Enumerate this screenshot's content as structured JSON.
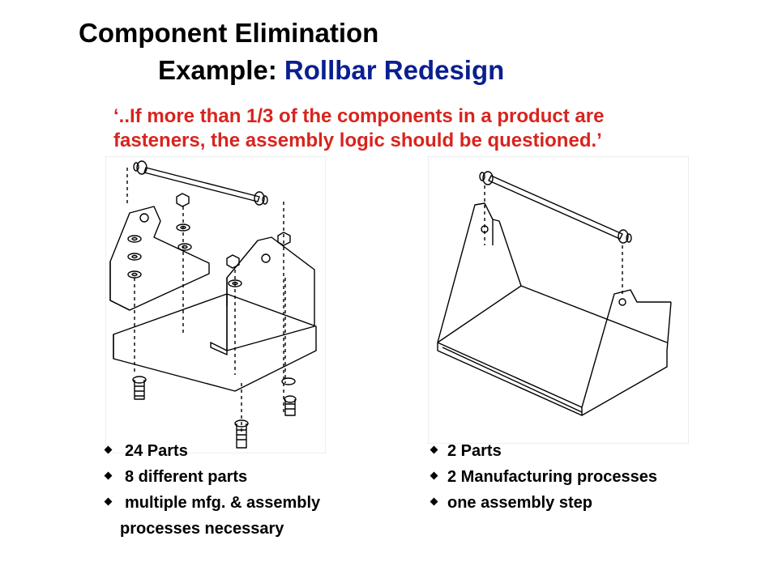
{
  "slide": {
    "title_line1": "Component Elimination",
    "title_line2_prefix": "Example: ",
    "title_line2_accent": "Rollbar Redesign",
    "quote_line1": "‘..If more than 1/3 of the components in a product are",
    "quote_line2": "fasteners, the assembly logic should be questioned.’"
  },
  "left": {
    "figure_name": "exploded-rollbar-assembly",
    "bullets": [
      "24 Parts",
      "8 different parts",
      "multiple mfg. & assembly"
    ],
    "continuation": "processes necessary"
  },
  "right": {
    "figure_name": "redesigned-rollbar",
    "bullets": [
      "2 Parts",
      "2 Manufacturing processes",
      "one assembly step"
    ]
  },
  "colors": {
    "accent_blue": "#0a1f8f",
    "quote_red": "#d8241e"
  }
}
